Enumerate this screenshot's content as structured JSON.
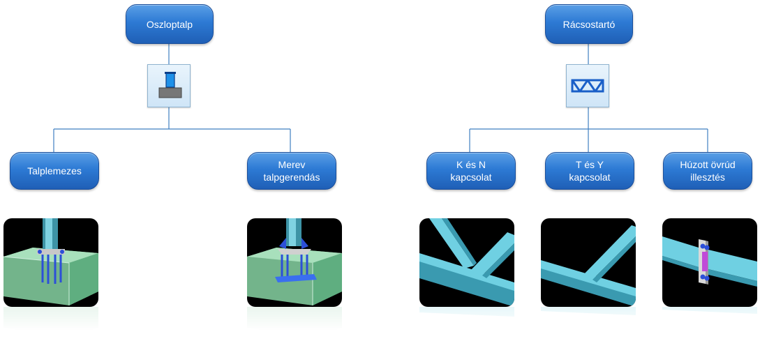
{
  "left_group": {
    "root_label": "Oszloptalp",
    "icon": "column-base-icon",
    "children": [
      "Talplemezes",
      "Merev\ntalpgerendás"
    ]
  },
  "right_group": {
    "root_label": "Rácsostartó",
    "icon": "truss-icon",
    "children": [
      "K és N\nkapcsolat",
      "T és Y\nkapcsolat",
      "Húzott övrúd\nillesztés"
    ]
  },
  "colors": {
    "node_fill": "#2d7ad4",
    "connector": "#3f7fc0",
    "thumb_bg": "#000000",
    "steel": "#5bc6dc",
    "concrete": "#8fd6a8"
  }
}
